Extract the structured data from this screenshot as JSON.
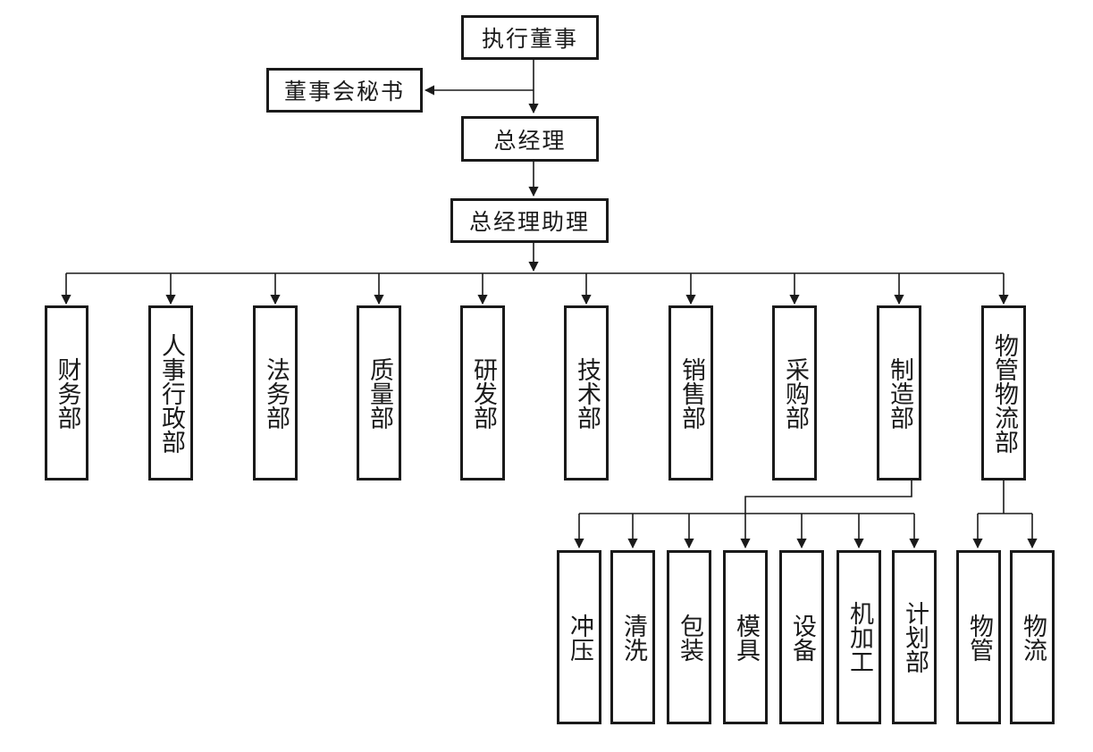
{
  "top": {
    "executive_director": "执行董事",
    "board_secretary": "董事会秘书",
    "general_manager": "总经理",
    "gm_assistant": "总经理助理"
  },
  "departments": [
    {
      "id": "finance",
      "label": "财务部"
    },
    {
      "id": "hr-admin",
      "label": "人事行政部"
    },
    {
      "id": "legal",
      "label": "法务部"
    },
    {
      "id": "quality",
      "label": "质量部"
    },
    {
      "id": "rnd",
      "label": "研发部"
    },
    {
      "id": "technology",
      "label": "技术部"
    },
    {
      "id": "sales",
      "label": "销售部"
    },
    {
      "id": "purchasing",
      "label": "采购部"
    },
    {
      "id": "manufacturing",
      "label": "制造部"
    },
    {
      "id": "logistics",
      "label": "物管物流部"
    }
  ],
  "manufacturing_units": [
    {
      "id": "stamping",
      "label": "冲压"
    },
    {
      "id": "cleaning",
      "label": "清洗"
    },
    {
      "id": "packaging",
      "label": "包装"
    },
    {
      "id": "mold",
      "label": "模具"
    },
    {
      "id": "equipment",
      "label": "设备"
    },
    {
      "id": "machining",
      "label": "机加工"
    },
    {
      "id": "planning",
      "label": "计划部"
    }
  ],
  "logistics_units": [
    {
      "id": "materials",
      "label": "物管"
    },
    {
      "id": "logistics-flow",
      "label": "物流"
    }
  ]
}
